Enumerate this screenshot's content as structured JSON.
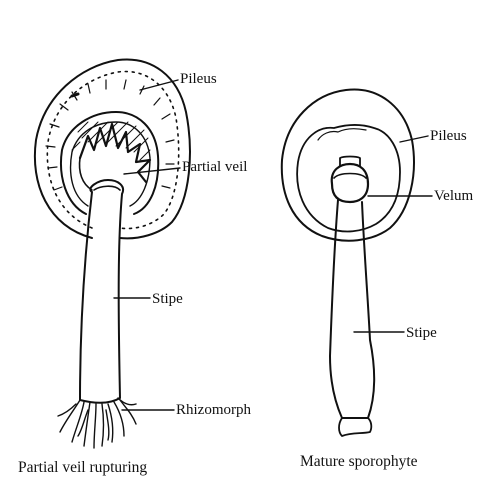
{
  "left_diagram": {
    "labels": {
      "pileus": "Pileus",
      "partial_veil": "Partial veil",
      "stipe": "Stipe",
      "rhizomorph": "Rhizomorph"
    },
    "caption": "Partial veil rupturing"
  },
  "right_diagram": {
    "labels": {
      "pileus": "Pileus",
      "velum": "Velum",
      "stipe": "Stipe"
    },
    "caption": "Mature sporophyte"
  },
  "colors": {
    "ink": "#111111",
    "background": "#ffffff"
  }
}
